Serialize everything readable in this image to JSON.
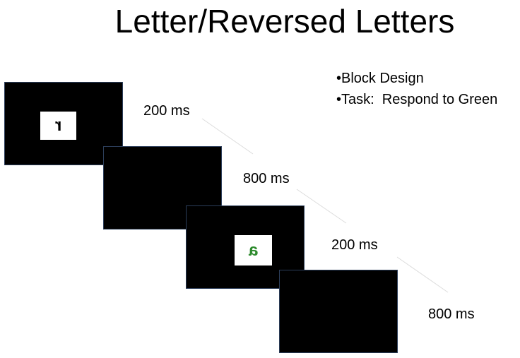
{
  "title": "Letter/Reversed Letters",
  "bullets": [
    "•Block Design",
    "•Task:  Respond to Green"
  ],
  "frames": [
    {
      "stimulus": "r",
      "stimulus_color": "#000000",
      "timing": "200 ms"
    },
    {
      "stimulus": "",
      "timing": "800 ms"
    },
    {
      "stimulus": "a",
      "stimulus_color": "#2e8b2e",
      "timing": "200 ms"
    },
    {
      "stimulus": "",
      "timing": "800 ms"
    }
  ],
  "colors": {
    "frame_background": "#000000",
    "stimulus_background": "#ffffff",
    "green_target": "#2e8b2e",
    "connector_line": "#dcdcdc"
  }
}
